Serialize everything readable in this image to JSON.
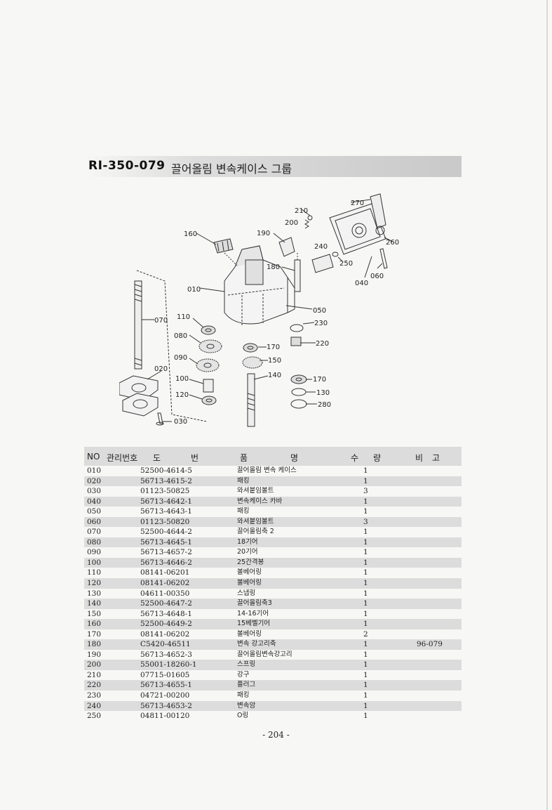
{
  "header": {
    "code": "RI-350-079",
    "name": "끌어올림 변속케이스 그룹"
  },
  "diagram_labels": [
    "270",
    "210",
    "200",
    "190",
    "160",
    "240",
    "250",
    "260",
    "060",
    "040",
    "180",
    "010",
    "050",
    "070",
    "110",
    "230",
    "080",
    "220",
    "170",
    "090",
    "150",
    "020",
    "100",
    "140",
    "170",
    "130",
    "120",
    "280",
    "030"
  ],
  "table": {
    "headers": {
      "no": "NO",
      "mgmt": "관리번호",
      "dwg1": "도",
      "dwg2": "번",
      "name1": "품",
      "name2": "명",
      "qty1": "수",
      "qty2": "량",
      "rem1": "비",
      "rem2": "고"
    },
    "rows": [
      {
        "no": "010",
        "part": "52500-4614-5",
        "name": "끌어올림 변속 케이스",
        "qty": "1",
        "remark": ""
      },
      {
        "no": "020",
        "part": "56713-4615-2",
        "name": "패킹",
        "qty": "1",
        "remark": ""
      },
      {
        "no": "030",
        "part": "01123-50825",
        "name": "와셔붙임볼트",
        "qty": "3",
        "remark": ""
      },
      {
        "no": "040",
        "part": "56713-4642-1",
        "name": "변속케이스 카바",
        "qty": "1",
        "remark": ""
      },
      {
        "no": "050",
        "part": "56713-4643-1",
        "name": "패킹",
        "qty": "1",
        "remark": ""
      },
      {
        "no": "060",
        "part": "01123-50820",
        "name": "와셔붙임볼트",
        "qty": "3",
        "remark": ""
      },
      {
        "no": "070",
        "part": "52500-4644-2",
        "name": "끌어올림축 2",
        "qty": "1",
        "remark": ""
      },
      {
        "no": "080",
        "part": "56713-4645-1",
        "name": "18기어",
        "qty": "1",
        "remark": ""
      },
      {
        "no": "090",
        "part": "56713-4657-2",
        "name": "20기어",
        "qty": "1",
        "remark": ""
      },
      {
        "no": "100",
        "part": "56713-4646-2",
        "name": "25간격봉",
        "qty": "1",
        "remark": ""
      },
      {
        "no": "110",
        "part": "08141-06201",
        "name": "볼베어링",
        "qty": "1",
        "remark": ""
      },
      {
        "no": "120",
        "part": "08141-06202",
        "name": "볼베어링",
        "qty": "1",
        "remark": ""
      },
      {
        "no": "130",
        "part": "04611-00350",
        "name": "스냅링",
        "qty": "1",
        "remark": ""
      },
      {
        "no": "140",
        "part": "52500-4647-2",
        "name": "끌어올림축3",
        "qty": "1",
        "remark": ""
      },
      {
        "no": "150",
        "part": "56713-4648-1",
        "name": "14-16기어",
        "qty": "1",
        "remark": ""
      },
      {
        "no": "160",
        "part": "52500-4649-2",
        "name": "15베벨기어",
        "qty": "1",
        "remark": ""
      },
      {
        "no": "170",
        "part": "08141-06202",
        "name": "볼베어링",
        "qty": "2",
        "remark": ""
      },
      {
        "no": "180",
        "part": "C5420-46511",
        "name": "변속 강고리축",
        "qty": "1",
        "remark": "96-079"
      },
      {
        "no": "190",
        "part": "56713-4652-3",
        "name": "끌어올림변속강고리",
        "qty": "1",
        "remark": ""
      },
      {
        "no": "200",
        "part": "55001-18260-1",
        "name": "스프링",
        "qty": "1",
        "remark": ""
      },
      {
        "no": "210",
        "part": "07715-01605",
        "name": "강구",
        "qty": "1",
        "remark": ""
      },
      {
        "no": "220",
        "part": "56713-4655-1",
        "name": "플러그",
        "qty": "1",
        "remark": ""
      },
      {
        "no": "230",
        "part": "04721-00200",
        "name": "패킹",
        "qty": "1",
        "remark": ""
      },
      {
        "no": "240",
        "part": "56713-4653-2",
        "name": "변속암",
        "qty": "1",
        "remark": ""
      },
      {
        "no": "250",
        "part": "04811-00120",
        "name": "O링",
        "qty": "1",
        "remark": ""
      }
    ]
  },
  "page_number": "- 204 -"
}
